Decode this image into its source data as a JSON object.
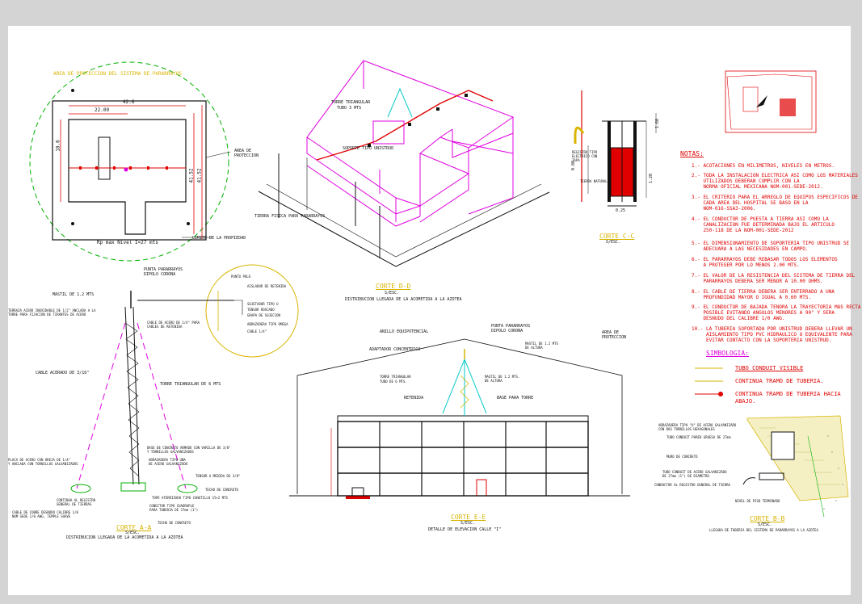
{
  "plan": {
    "title": "AREA DE PROTECCION DEL SISTEMA DE PARARRAYOS",
    "dim_total": "42.6",
    "dim_half": "22.09",
    "dim_side": "18.6",
    "dim_right1": "41.52",
    "dim_right2": "41.52",
    "area_label": "AREA DE PROTECCION",
    "radius_label": "Rp max Nivel I=27 mts",
    "limit_label": "LIMITE DE LA PROPIEDAD"
  },
  "iso": {
    "torre_label": "TORRE TRIANGULAR",
    "torre_sub": "TUBO 3 MTS",
    "soporte_label": "SOPORTE TIPO UNISTRUD",
    "tierra_label": "TIERRA FISICA PARA PARARRAYOS"
  },
  "corte_c": {
    "title": "CORTE C-C",
    "scale": "S/ESC.",
    "dim_a": "1.60",
    "dim_b": "0.80",
    "dim_c": "1.20",
    "dim_d": "0.25",
    "lbl_1": "REGISTRO TIPO ELECTRICO CON TAPA",
    "lbl_2": "TIERRA NATURAL"
  },
  "notes": {
    "header": "NOTAS:",
    "items": [
      "1.- ACOTACIONES EN MILIMETROS, NIVELES EN METROS.",
      "2.- TODA LA INSTALACION ELECTRICA ASI COMO LOS MATERIALES\n    UTILIZADOS DEBERAN CUMPLIR CON LA\n    NORMA OFICIAL MEXICANA NOM-001-SEDE-2012.",
      "3.- EL CRITERIO PARA EL ARREGLO DE EQUIPOS ESPECIFICOS DE\n    CADA AREA DEL HOSPITAL SE BASO EN LA\n    NOM-016-SSA3-2006.",
      "4.- EL CONDUCTOR DE PUESTA A TIERRA ASI COMO LA\n    CANALIZACION FUE DETERMINADA BAJO EL ARTICULO\n    250-118 DE LA NOM-001-SEDE-2012",
      "5.- EL DIMENSIONAMIENTO DE SOPORTERIA TIPO UNISTRUD SE\n    ADECUARA A LAS NECESIDADES EN CAMPO.",
      "6.- EL PARARRAYOS DEBE REBASAR TODOS LOS ELEMENTOS\n    A PROTEGER POR LO MENOS 2.00 MTS.",
      "7.- EL VALOR DE LA RESISTENCIA DEL SISTEMA DE TIERRA DEL\n    PARARRAYOS DEBERA SER MENOR A 10.00 OHMS.",
      "8.- EL CABLE DE TIERRA DEBERA SER ENTERRADO A UNA\n    PROFUNDIDAD MAYOR O IGUAL A 0.60 MTS.",
      "9.- EL CONDUCTOR DE BAJADA TENDRA LA TRAYECTORIA MAS RECTA\n    POSIBLE EVITANDO ANGULOS MENORES A 90° Y SERA\n    DESNUDO DEL CALIBRE 1/0 AWG.",
      "10.- LA TUBERIA SOPORTADA POR UNISTRUD DEBERA LLEVAR UN\n     AISLAMIENTO TIPO PVC HIDRAULICO O EQUIVALENTE PARA\n     EVITAR CONTACTO CON LA SOPORTERIA UNISTRUD."
    ]
  },
  "legend": {
    "header": "SIMBOLOGIA:",
    "items": [
      "TUBO CONDUIT VISIBLE",
      "CONTINUA TRAMO DE TUBERIA.",
      "CONTINUA TRAMO DE TUBERIA HACIA\nABAJO."
    ]
  },
  "mast": {
    "punta": "PUNTA PARARRAYOS\nDIPOLO CORONA",
    "punto_polo": "PUNTO POLO",
    "mastil": "MASTIL DE 1.2 MTS",
    "terraza": "TERRAZA ACERO INOXIDABLE DE 1/2\" ANCLADA A LA\nTORRE PARA FIJACION DE TIRANTES DE ACERO",
    "cable_tirantes": "CABLE DE ACERO DE 1/4\" PARA\nCABLES DE RETENIDA",
    "cable_acero": "CABLE ACERADO DE 3/16\"",
    "torre": "TORRE TRIANGULAR DE 6 MTS",
    "detail_items": [
      "AISLADOR DE RETENIDA",
      "SUJETADOR TIPO U",
      "TENSOR ROSCADO",
      "GRAPA DE SUJECION",
      "ABRAZADERA TIPO OMEGA",
      "CABLE 1/4\""
    ],
    "base": "BASE DE CONCRETO ARMADO CON VARILLA DE 3/8\"\nY TORNILLOS GALVANIZADOS",
    "abrazadera": "ABRAZADERA TIPO UÑA\nDE ACERO GALVANIZADO",
    "tensor": "TENSOR A MEDIDA DE 3/8\"",
    "placa": "PLACA DE ACERO CON OREJA DE 1/4\"\nY ANCLADA CON TORNILLOS GALVANIZADOS",
    "continua": "CONTINUA AL REGISTRO\nGENERAL DE TIERRAS",
    "cable_cobre": "CABLE DE COBRE DESNUDO CALIBRE 1/0\nNOM SEDE 1/0 AWG, TEMPLE SUAVE",
    "conector": "CONECTOR TIPO CUADRUPLE\nPARA TUBERIA DE 27mm (1\")",
    "techo1": "TECHO DE CONCRETO",
    "techo2": "TECHO DE CONCRETO",
    "tope": "TOPE ATERRIZADO TIPO CANUTILLO 15+2 MTS",
    "title": "CORTE A-A",
    "scale": "S/ESC.",
    "caption": "DISTRIBUCION LLEGADA DE LA ACOMETIDA A LA AZOTEA"
  },
  "corte_d": {
    "title": "CORTE D-D",
    "scale": "S/ESC.",
    "caption": "DISTRIBUCION LLEGADA DE LA ACOMETIDA A LA AZOTEA"
  },
  "elevation": {
    "anillo": "ANILLO EQUIPOTENCIAL",
    "adaptador": "ADAPTADOR CONCENTRICO",
    "punta": "PUNTA PARARRAYOS\nDIPOLO CORONA",
    "mastil": "MASTIL DE 1.2 MTS\nDE ALTURA",
    "mastil2": "MASTIL DE 1.2 MTS.\nDE ALTURA",
    "torre": "TORRE TRIANGULAR\nTUBO DE 6 MTS.",
    "retenida": "RETENIDA",
    "base": "BASE PARA TORRE",
    "area": "AREA DE\nPROTECCION",
    "title": "CORTE E-E",
    "scale": "S/ESC.",
    "caption": "DETALLE DE ELEVACION CALLE \"I\""
  },
  "corte_b": {
    "lbl_1": "ABRAZADERA TIPO \"U\" DE ACERO GALVANIZADO\nCON DOS TORNILLOS HEXAGONALES",
    "lbl_2": "TUBO CONDUIT PARED GRUESA DE 27mm",
    "lbl_3": "MURO DE CONCRETO",
    "lbl_4": "TUBO CONDUIT DE ACERO GALVANIZADO\nDE 27mm (1\") DE DIAMETRO",
    "lbl_5": "CONDUCTOR AL REGISTRO GENERAL DE TIERRA",
    "lbl_6": "NIVEL DE PISO TERMINADO",
    "title": "CORTE B-B",
    "scale": "S/ESC.",
    "caption": "LLEGADA DE TUBERIA DEL SISTEMA DE PARARRAYOS A LA AZOTEA"
  },
  "colors": {
    "cad_yellow": "#d8b400",
    "cad_green": "#00b000",
    "cad_red": "#e00000",
    "cad_magenta": "#e000e0",
    "cad_cyan": "#00c8c8"
  }
}
